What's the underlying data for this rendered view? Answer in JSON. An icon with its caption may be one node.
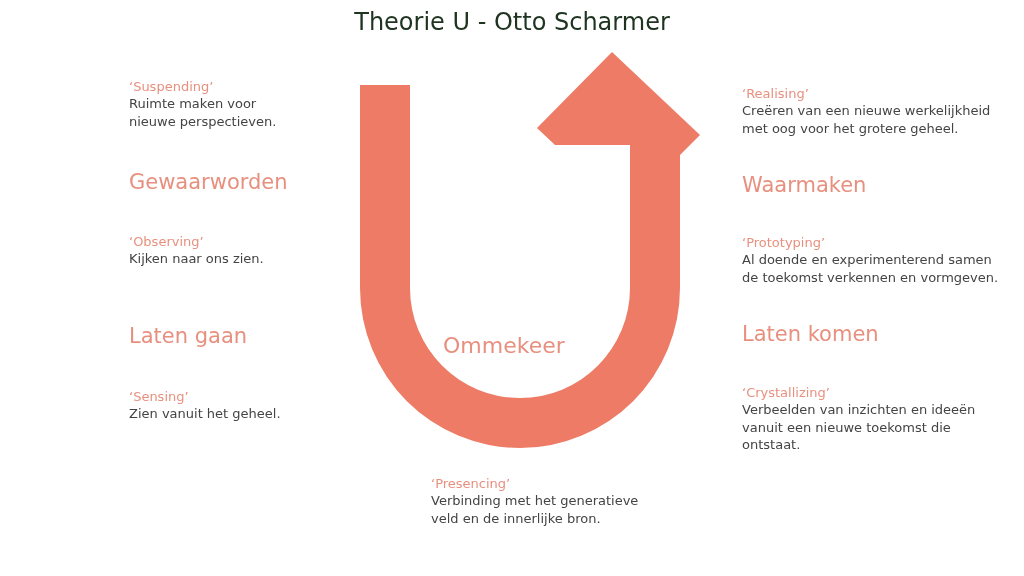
{
  "diagram": {
    "title": "Theorie U - Otto Scharmer",
    "nodes": [
      {
        "text": [
          "Ommekeer"
        ]
      }
    ],
    "edges": [],
    "labels": [
      "‘Suspending’",
      "Ruimte maken voor nieuwe perspectieven.",
      "Gewaarworden",
      "‘Observing’",
      "Kijken naar ons zien.",
      "Laten gaan",
      "‘Sensing’",
      "Zien vanuit het geheel.",
      "‘Realising’",
      "Creëren van een nieuwe werkelijkheid met oog voor het grotere geheel.",
      "Waarmaken",
      "‘Prototyping’",
      "Al doende en experimenterend samen de toekomst verkennen en vormgeven.",
      "Laten komen",
      "‘Crystallizing’",
      "Verbeelden van inzichten en ideeën vanuit een nieuwe toekomst die ontstaat.",
      "‘Presencing’",
      "Verbinding met het generatieve veld en de innerlijke bron."
    ]
  }
}
